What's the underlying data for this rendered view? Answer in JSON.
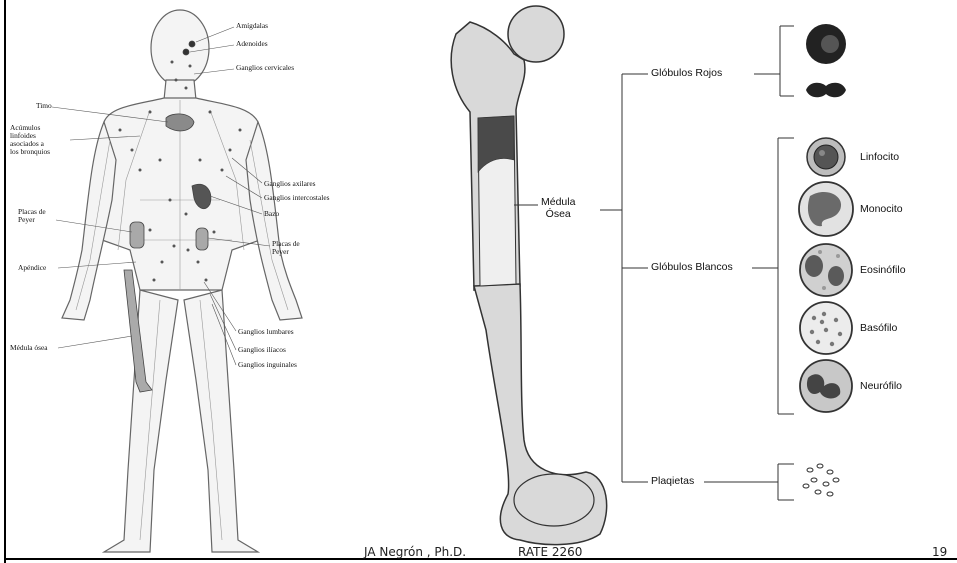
{
  "body_figure": {
    "labels": {
      "amigdalas": "Amígdalas",
      "adenoides": "Adenoides",
      "ganglios_cervicales": "Ganglios cervicales",
      "timo": "Timo",
      "acumulos": "Acúmulos\nlinfoides\nasociados a\nlos bronquios",
      "ganglios_axilares": "Ganglios axilares",
      "ganglios_intercostales": "Ganglios intercostales",
      "bazo": "Bazo",
      "placas_izq": "Placas de\nPeyer",
      "placas_der": "Placas de\nPeyer",
      "apendice": "Apéndice",
      "ganglios_lumbares": "Ganglios lumbares",
      "ganglios_iliacos": "Ganglios ilíacos",
      "ganglios_inguinales": "Ganglios inguinales",
      "medula_osea": "Médula ósea"
    }
  },
  "bone_diagram": {
    "bone_label": "Médula\nÓsea",
    "branches": {
      "rojos": "Glóbulos Rojos",
      "blancos": "Glóbulos Blancos",
      "plaquetas": "Plaqietas"
    },
    "white_cells": [
      "Linfocito",
      "Monocito",
      "Eosinófilo",
      "Basófilo",
      "Neurófilo"
    ]
  },
  "footer": {
    "author": "JA Negrón , Ph.D.",
    "course": "RATE 2260",
    "page": "19"
  },
  "colors": {
    "bone_fill": "#d9d9d9",
    "marrow_fill": "#efefef",
    "cell_fill": "#cfcfcf",
    "ink": "#333333"
  }
}
